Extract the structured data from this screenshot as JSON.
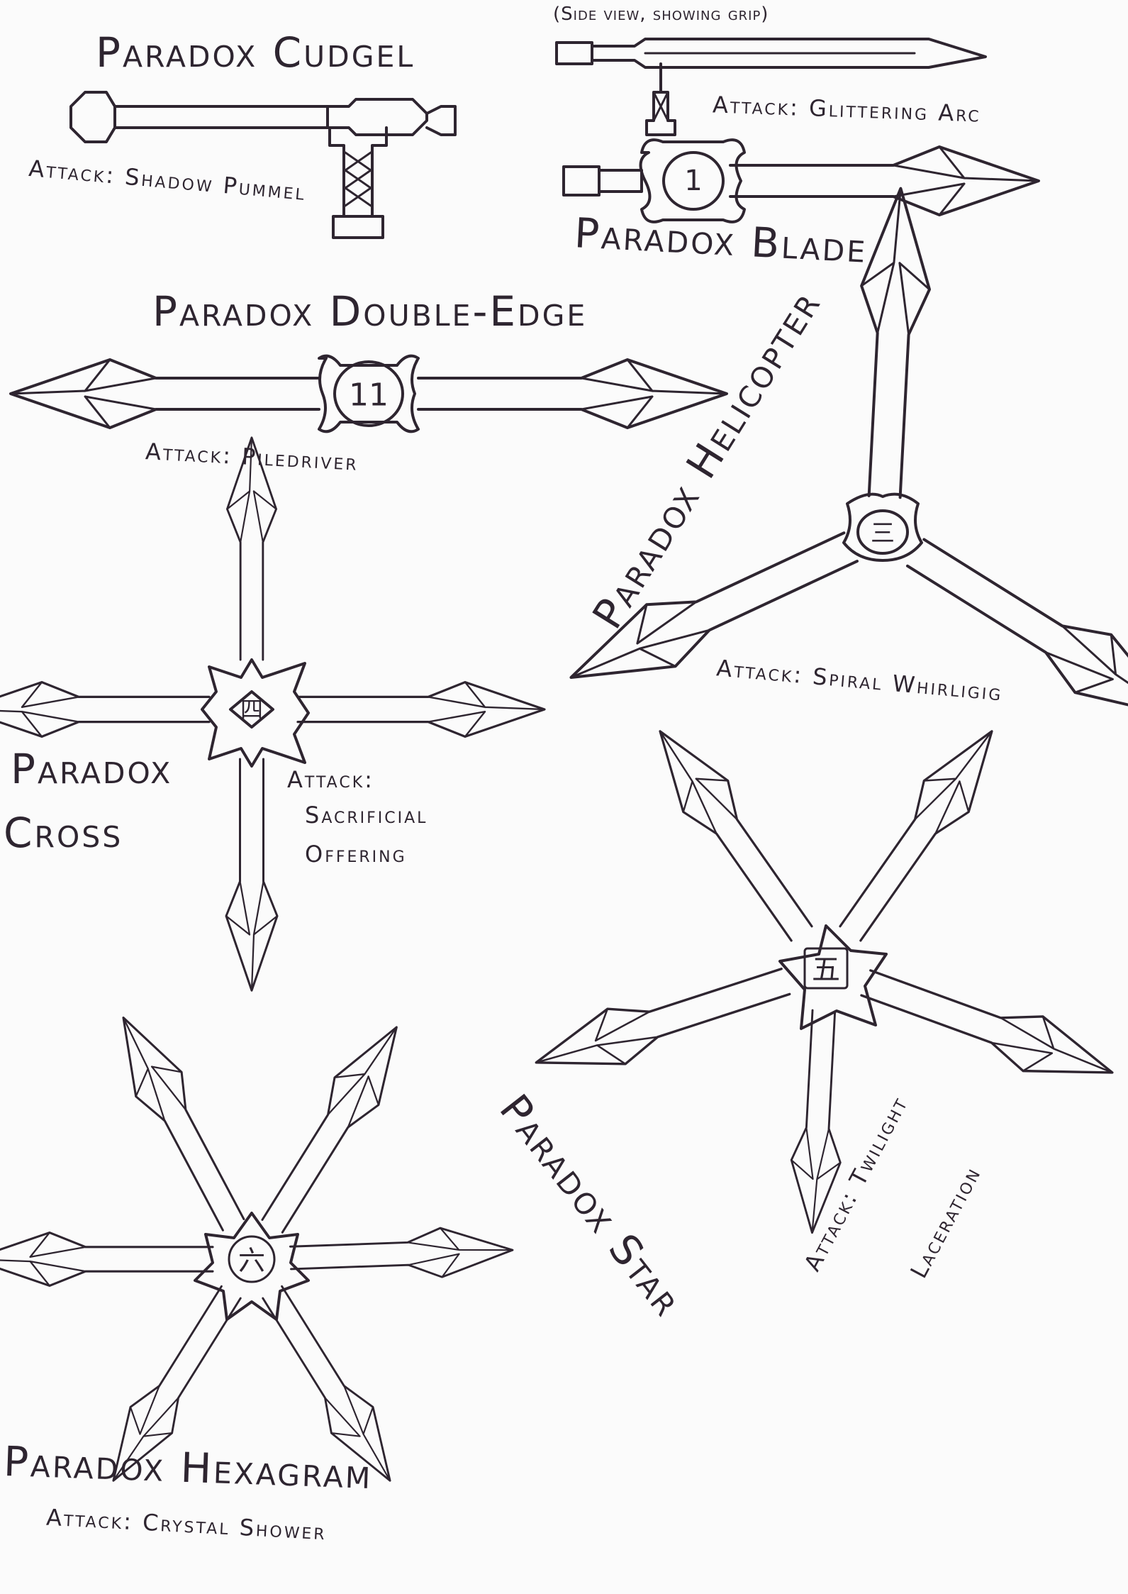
{
  "weapons": {
    "cudgel": {
      "name": "Paradox Cudgel",
      "attack": "Attack: Shadow Pummel"
    },
    "blade": {
      "note": "(Side view, showing grip)",
      "side_attack": "Attack: Glittering Arc",
      "name": "Paradox Blade",
      "emblem": "1"
    },
    "double_edge": {
      "name": "Paradox Double-Edge",
      "attack": "Attack: Piledriver",
      "emblem": "11"
    },
    "helicopter": {
      "name": "Paradox Helicopter",
      "attack": "Attack: Spiral Whirligig",
      "emblem": "三"
    },
    "cross": {
      "name_line1": "Paradox",
      "name_line2": "Cross",
      "attack_line1": "Attack:",
      "attack_line2": "Sacrificial",
      "attack_line3": "Offering",
      "emblem": "四"
    },
    "star": {
      "name": "Paradox Star",
      "attack_line1": "Attack: Twilight",
      "attack_line2": "Laceration",
      "emblem": "五"
    },
    "hexagram": {
      "name": "Paradox Hexagram",
      "attack": "Attack: Crystal Shower",
      "emblem": "六"
    }
  },
  "ink_color": "#2e2530"
}
